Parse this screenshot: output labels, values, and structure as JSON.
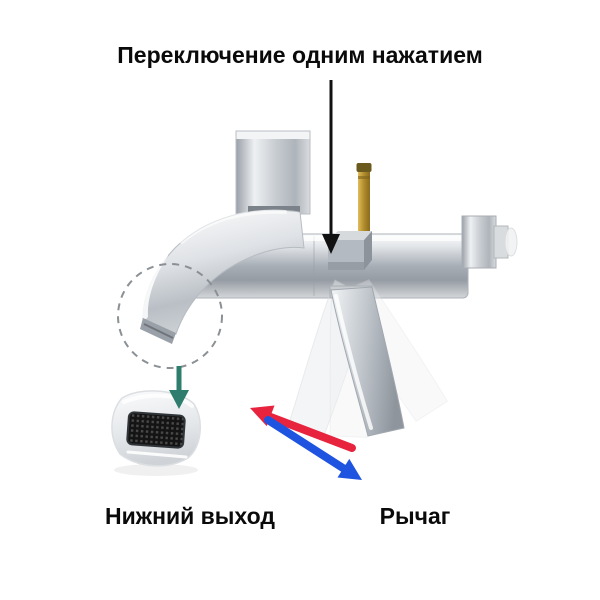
{
  "annotations": {
    "title": "Переключение одним нажатием",
    "label_spout": "Нижний выход",
    "label_lever": "Рычаг"
  },
  "colors": {
    "background": "#ffffff",
    "text": "#0a0a0a",
    "pointer_arrow": "#111111",
    "detail_circle": "#8a9094",
    "detail_arrow": "#2e7d6e",
    "lever_arrow_red": "#e8233d",
    "lever_arrow_blue": "#1f54e0"
  },
  "arrows": {
    "pointer_direction": "down",
    "detail_direction": "down",
    "lever_red_direction": "up-left",
    "lever_blue_direction": "down-right"
  }
}
